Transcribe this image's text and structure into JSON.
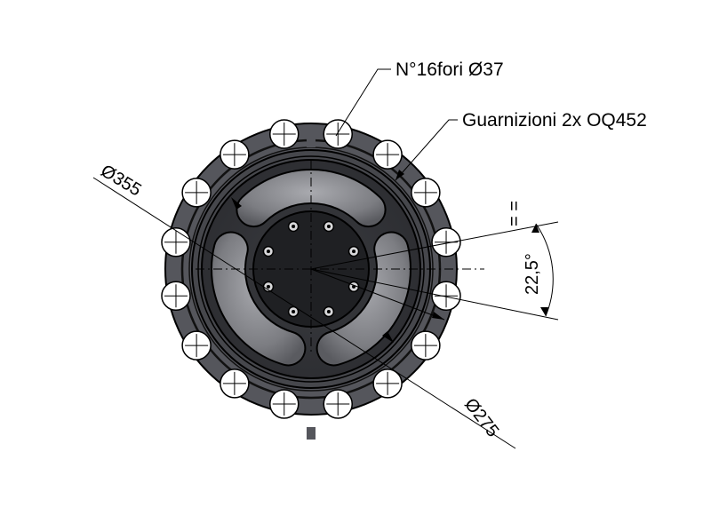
{
  "annotations": {
    "holes": "N°16fori Ø37",
    "seals": "Guarnizioni 2x OQ452",
    "outer_diameter": "Ø355",
    "inner_diameter": "Ø275",
    "angle": "22,5°",
    "equal_mark": "= ="
  },
  "colors": {
    "flange_outer": "#55565c",
    "flange_ring": "#46474c",
    "body_dark": "#2f3034",
    "hub": "#1f2023",
    "slot_fill": "#8a8b90",
    "hole_fill": "#ffffff",
    "line": "#000000"
  },
  "features": {
    "flange_hole_count": 16,
    "hub_bolt_count": 8,
    "slot_count": 3
  }
}
